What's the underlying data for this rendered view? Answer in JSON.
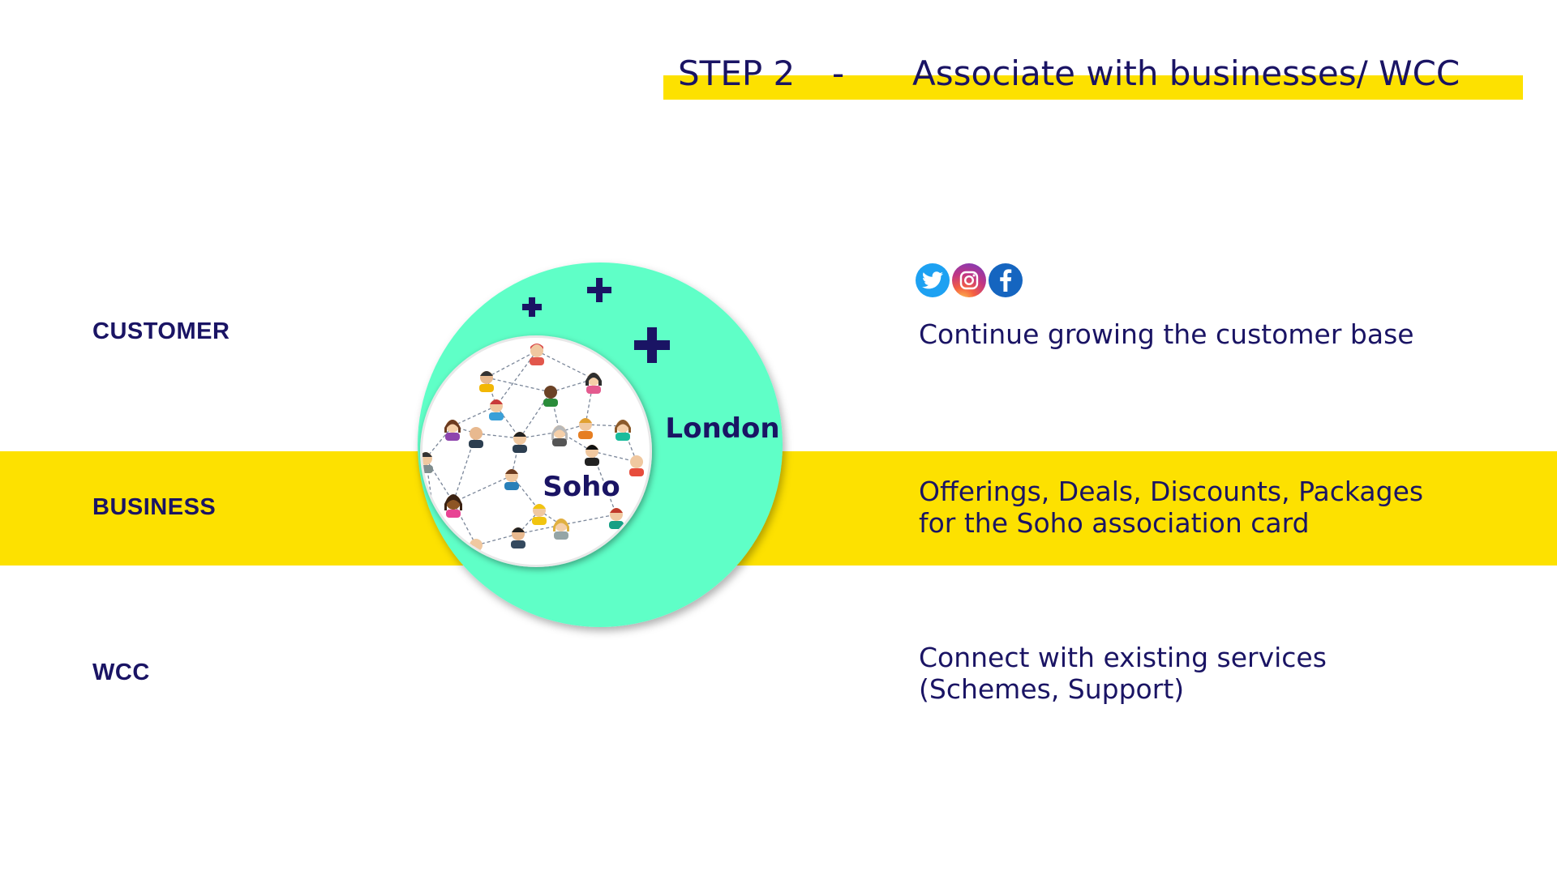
{
  "header": {
    "step": "STEP 2",
    "separator": "-",
    "title": "Associate with businesses/ WCC"
  },
  "rows": {
    "customer": {
      "label": "CUSTOMER",
      "description": "Continue growing the customer base"
    },
    "business": {
      "label": "BUSINESS",
      "description_line1": "Offerings, Deals, Discounts, Packages",
      "description_line2": "for the Soho association card"
    },
    "wcc": {
      "label": "WCC",
      "description_line1": "Connect with existing services",
      "description_line2": "(Schemes, Support)"
    }
  },
  "diagram": {
    "outer_label": "London",
    "inner_label": "Soho"
  },
  "social_icons": [
    "twitter-icon",
    "instagram-icon",
    "facebook-icon"
  ],
  "colors": {
    "accent_yellow": "#fde100",
    "navy": "#1a1464",
    "mint": "#5effc7"
  }
}
